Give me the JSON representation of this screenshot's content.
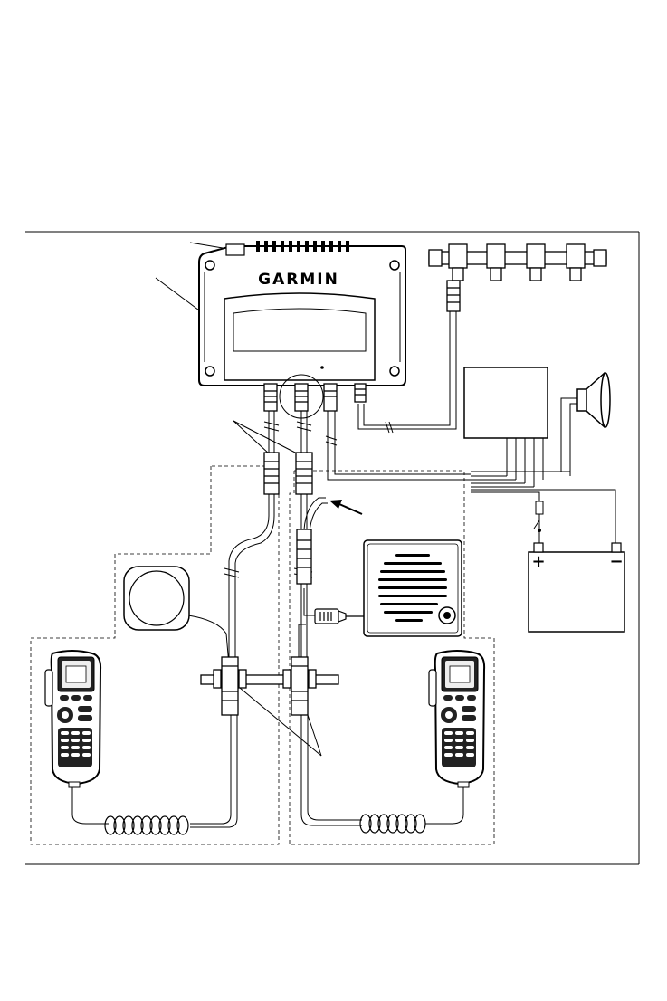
{
  "diagram": {
    "brand_text": "GARMIN",
    "battery_plus": "+",
    "battery_minus": "−",
    "colors": {
      "line": "#000000",
      "background": "#ffffff",
      "panel_fill": "#eeeeee",
      "dark_fill": "#222222"
    },
    "components": [
      {
        "name": "black-box-radio",
        "icon": "vhf-radio-unit-icon"
      },
      {
        "name": "nmea-2000-network",
        "icon": "nmea-2000-tee-connectors-icon"
      },
      {
        "name": "junction-box",
        "icon": "rectangle-box-icon"
      },
      {
        "name": "external-loudhailer-horn",
        "icon": "horn-speaker-icon"
      },
      {
        "name": "battery",
        "icon": "battery-icon"
      },
      {
        "name": "external-speaker",
        "icon": "speaker-box-icon"
      },
      {
        "name": "gps-antenna",
        "icon": "round-antenna-icon"
      },
      {
        "name": "handset-left",
        "icon": "wireless-handset-icon"
      },
      {
        "name": "handset-right",
        "icon": "wireless-handset-icon"
      },
      {
        "name": "mounting-bracket",
        "icon": "connector-bracket-icon"
      }
    ]
  }
}
